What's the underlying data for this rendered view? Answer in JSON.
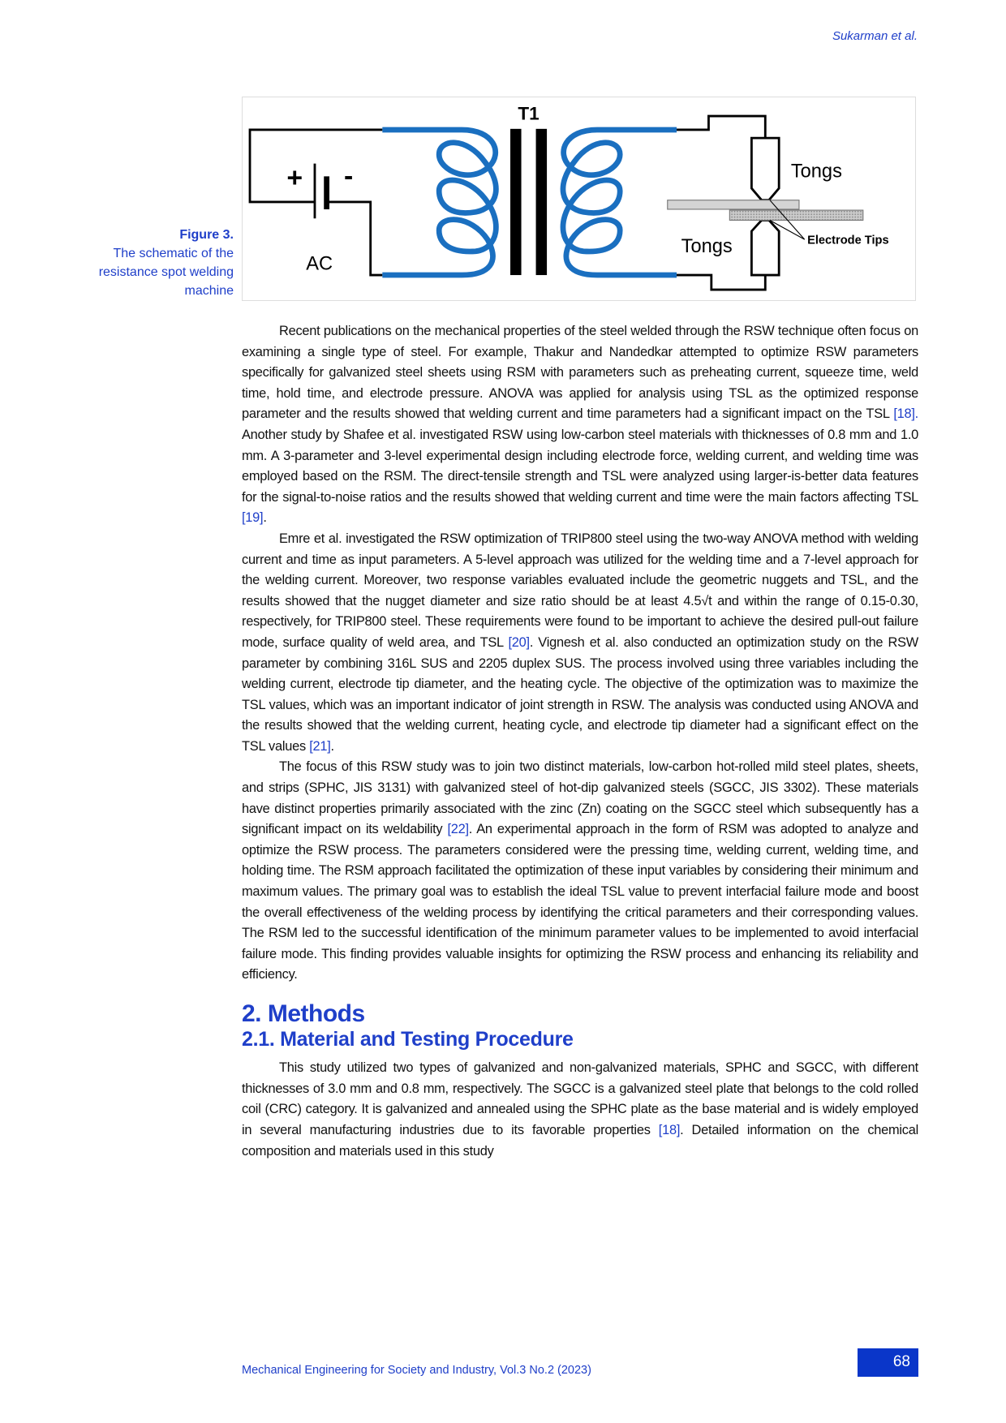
{
  "header": {
    "running_head": "Sukarman et al."
  },
  "figure": {
    "label": "Figure 3.",
    "caption": "The schematic of the resistance spot welding machine",
    "diagram_labels": {
      "transformer": "T1",
      "source": "AC",
      "plus": "+",
      "minus": "-",
      "tongs_top": "Tongs",
      "tongs_bottom": "Tongs",
      "electrode_tips": "Electrode Tips"
    },
    "colors": {
      "coil": "#1a6fc0",
      "wire": "#000000"
    }
  },
  "paragraphs": [
    {
      "text": "Recent publications on the mechanical properties of the steel welded through the RSW technique often focus on examining a single type of steel. For example, Thakur and Nandedkar attempted to optimize RSW parameters specifically for galvanized steel sheets using RSM with parameters such as preheating current, squeeze time, weld time, hold time, and electrode pressure. ANOVA was applied for analysis using TSL as the optimized response parameter and the results showed that welding current and time parameters had a significant impact on the TSL ",
      "ref1": "[18].",
      "mid": " Another study by Shafee et al. investigated RSW using low-carbon steel materials with thicknesses of 0.8 mm and 1.0 mm. A 3-parameter and 3-level experimental design including electrode force, welding current, and welding time was employed based on the RSM. The direct-tensile strength and TSL were analyzed using larger-is-better data features for the signal-to-noise ratios and the results showed that welding current and time were the main factors affecting TSL ",
      "ref2": "[19]",
      "end": "."
    },
    {
      "text": "Emre et al. investigated the RSW optimization of TRIP800 steel using the two-way ANOVA method with welding current and time as input parameters. A 5-level approach was utilized for the welding time and a 7-level approach for the welding current. Moreover, two response variables evaluated include the geometric nuggets and TSL, and the results showed that the nugget diameter and size ratio should be at least 4.5√t and within the range of 0.15-0.30, respectively, for TRIP800 steel. These requirements were found to be important to achieve the desired pull-out failure mode, surface quality of weld area, and TSL ",
      "ref1": "[20]",
      "mid": ". Vignesh et al. also conducted an optimization study on the RSW parameter by combining 316L SUS and 2205 duplex SUS. The process involved using three variables including the welding current, electrode tip diameter, and the heating cycle. The objective of the optimization was to maximize the TSL values, which was an important indicator of joint strength in RSW. The analysis was conducted using ANOVA and the results showed that the welding current, heating cycle, and electrode tip diameter had a significant effect on the TSL values ",
      "ref2": "[21]",
      "end": "."
    },
    {
      "text": "The focus of this RSW study was to join two distinct materials, low-carbon hot-rolled mild steel plates, sheets, and strips (SPHC, JIS 3131) with galvanized steel of hot-dip galvanized steels (SGCC, JIS 3302). These materials have distinct properties primarily associated with the zinc (Zn) coating on the SGCC steel which subsequently has a significant impact on its weldability ",
      "ref1": "[22]",
      "mid": ". An experimental approach in the form of RSM was adopted to analyze and optimize the RSW process. The parameters considered were the pressing time, welding current, welding time, and holding time. The RSM approach facilitated the optimization of these input variables by considering their minimum and maximum values. The primary goal was to establish the ideal TSL value to prevent interfacial failure mode and boost the overall effectiveness of the welding process by identifying the critical parameters and their corresponding values. The RSM led to the successful identification of the minimum parameter values to be implemented to avoid interfacial failure mode. This finding provides valuable insights for optimizing the RSW process and enhancing its reliability and efficiency.",
      "ref2": "",
      "end": ""
    }
  ],
  "section": {
    "heading": "2. Methods",
    "subheading": "2.1.  Material and Testing Procedure"
  },
  "methods_paragraph": {
    "text": "This study utilized two types of galvanized and non-galvanized materials, SPHC and SGCC, with different thicknesses of 3.0 mm and 0.8 mm, respectively. The SGCC is a galvanized steel plate that belongs to the cold rolled coil (CRC) category. It is galvanized and annealed using the SPHC plate as the base material and is widely employed in several manufacturing industries due to its favorable properties ",
    "ref": "[18]",
    "end": ". Detailed information on the chemical composition and materials used in this study"
  },
  "footer": {
    "journal": "Mechanical Engineering for Society and Industry, Vol.3 No.2 (2023)",
    "page": "68"
  }
}
